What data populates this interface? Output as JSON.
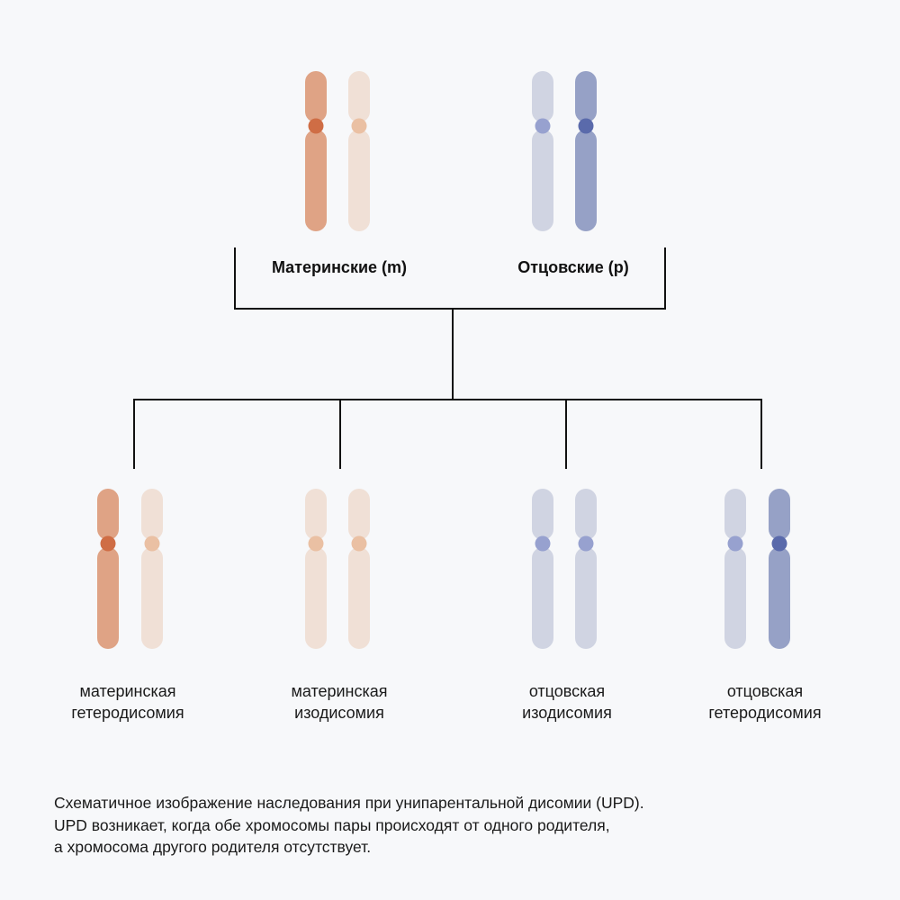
{
  "colors": {
    "maternal_dark": "#dfa385",
    "maternal_dark_centromere": "#cf6d45",
    "maternal_light": "#f0e0d6",
    "maternal_light_centromere": "#eac0a3",
    "paternal_light": "#d0d4e2",
    "paternal_light_centromere": "#97a1cf",
    "paternal_dark": "#96a1c6",
    "paternal_dark_centromere": "#5a6aab",
    "line": "#111111"
  },
  "parents": [
    {
      "label": "Материнские (m)",
      "chromosomes": [
        "maternal_dark",
        "maternal_light"
      ]
    },
    {
      "label": "Отцовские (p)",
      "chromosomes": [
        "paternal_light",
        "paternal_dark"
      ]
    }
  ],
  "children": [
    {
      "line1": "материнская",
      "line2": "гетеродисомия",
      "chromosomes": [
        "maternal_dark",
        "maternal_light"
      ]
    },
    {
      "line1": "материнская",
      "line2": "изодисомия",
      "chromosomes": [
        "maternal_light",
        "maternal_light"
      ]
    },
    {
      "line1": "отцовская",
      "line2": "изодисомия",
      "chromosomes": [
        "paternal_light",
        "paternal_light"
      ]
    },
    {
      "line1": "отцовская",
      "line2": "гетеродисомия",
      "chromosomes": [
        "paternal_light",
        "paternal_dark"
      ]
    }
  ],
  "caption": [
    "Схематичное изображение наследования при унипарентальной дисомии (UPD).",
    "UPD возникает, когда обе хромосомы пары происходят от одного родителя,",
    "а хромосома другого родителя отсутствует."
  ]
}
